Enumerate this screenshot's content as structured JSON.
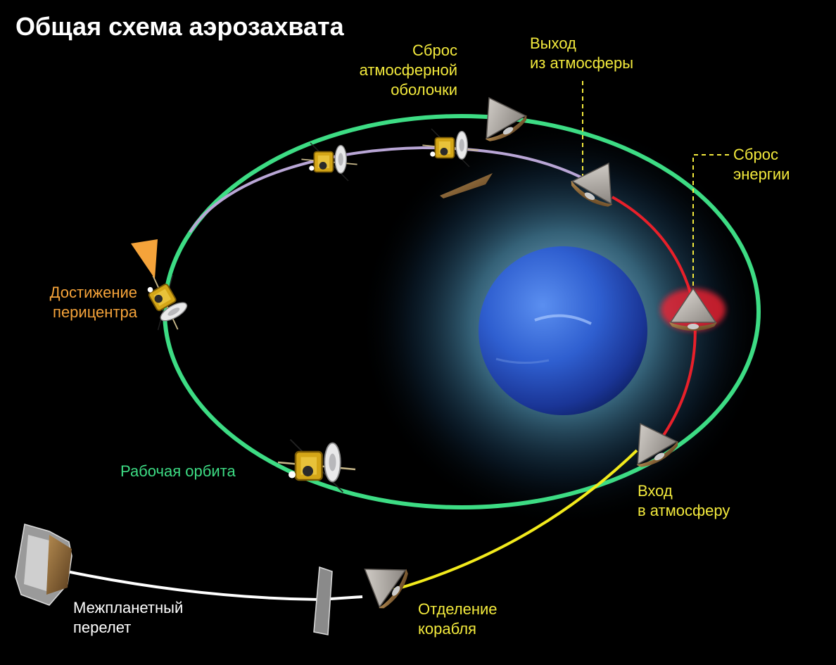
{
  "title": "Общая схема аэрозахвата",
  "colors": {
    "background": "#000000",
    "orbit": "#3ddc84",
    "old_orbit": "#b9a6d6",
    "aerobraking_path": "#e8202a",
    "approach_path": "#f2ea1c",
    "cruise_path": "#ffffff",
    "yellow_label": "#f2e93c",
    "orange_label": "#f5a33a",
    "green_label": "#3ddc84",
    "white_label": "#ffffff",
    "planet": "#2f5fd0",
    "planet_glow": "#9fd6f0"
  },
  "labels": {
    "shell_drop": "Сброс\nатмосферной\nоболочки",
    "atmo_exit": "Выход\nиз атмосферы",
    "energy_drop": "Сброс\nэнергии",
    "periapsis": "Достижение\nперицентра",
    "work_orbit": "Рабочая орбита",
    "atmo_entry": "Вход\nв атмосферу",
    "cruise": "Межпланетный\nперелет",
    "separation": "Отделение\nкорабля"
  },
  "icons": {
    "planet": "neptune-planet",
    "spacecraft": "cassini-spacecraft-icon",
    "capsule": "aeroshell-capsule-icon",
    "cruise_stage": "cruise-stage-icon",
    "heat_shield": "heat-shield-icon",
    "engine_plume": "engine-burn-icon"
  }
}
